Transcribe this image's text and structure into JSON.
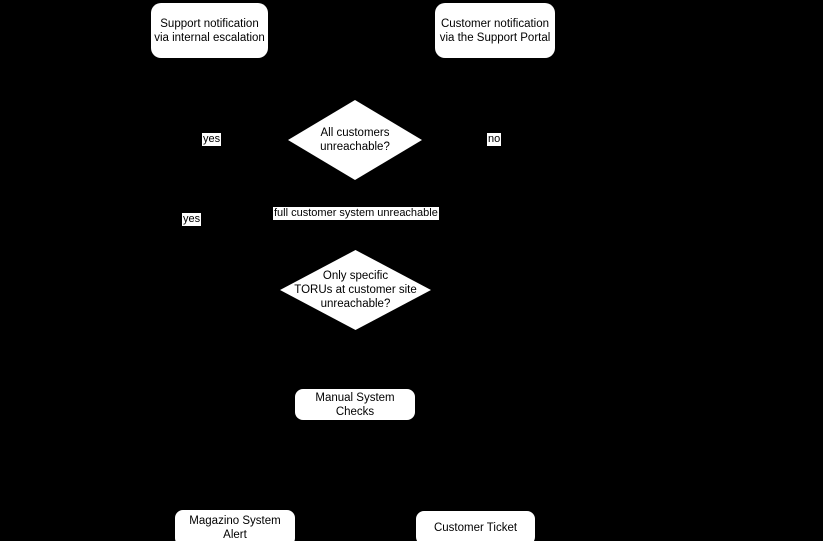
{
  "diagram": {
    "kind": "flowchart",
    "colors": {
      "background": "#000000",
      "node_fill": "#ffffff",
      "node_text": "#000000",
      "edge_label_bg": "#ffffff",
      "edge_label_text": "#000000"
    },
    "nodes": {
      "support_notification": {
        "shape": "rounded-rect",
        "lines": [
          "Support notification",
          "via internal escalation"
        ]
      },
      "customer_notification": {
        "shape": "rounded-rect",
        "lines": [
          "Customer notification",
          "via the Support Portal"
        ]
      },
      "all_customers_decision": {
        "shape": "decision-diamond",
        "lines": [
          "All customers",
          "unreachable?"
        ]
      },
      "only_specific_decision": {
        "shape": "decision-diamond",
        "lines": [
          "Only specific",
          "TORUs at customer site",
          "unreachable?"
        ]
      },
      "manual_system_checks": {
        "shape": "rounded-rect",
        "lines": [
          "Manual System",
          "Checks"
        ]
      },
      "magazino_system_alert": {
        "shape": "rounded-rect",
        "lines": [
          "Magazino System",
          "Alert"
        ]
      },
      "customer_ticket": {
        "shape": "rounded-rect",
        "lines": [
          "Customer Ticket"
        ]
      }
    },
    "edge_labels": {
      "yes_upper": "yes",
      "no_upper": "no",
      "full_customer_system": "full customer system unreachable",
      "yes_lower": "yes"
    }
  }
}
